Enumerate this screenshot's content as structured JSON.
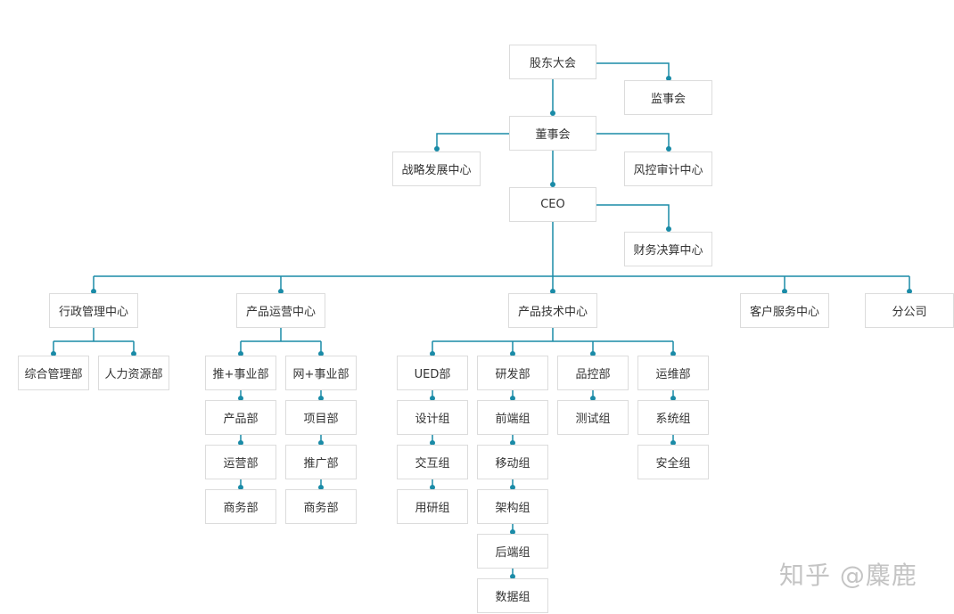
{
  "nodes": {
    "shareholders": "股东大会",
    "supervisors": "监事会",
    "board": "董事会",
    "strategy": "战略发展中心",
    "risk": "风控审计中心",
    "ceo": "CEO",
    "finance": "财务决算中心",
    "admin": "行政管理中心",
    "general_mgmt": "综合管理部",
    "hr": "人力资源部",
    "product_ops": "产品运营中心",
    "push_biz": "推+事业部",
    "product_dept": "产品部",
    "ops_dept": "运营部",
    "business_a": "商务部",
    "net_biz": "网+事业部",
    "project_dept": "项目部",
    "promo_dept": "推广部",
    "business_b": "商务部",
    "tech": "产品技术中心",
    "ued": "UED部",
    "design": "设计组",
    "interaction": "交互组",
    "user_research": "用研组",
    "rnd": "研发部",
    "frontend": "前端组",
    "mobile": "移动组",
    "architecture": "架构组",
    "backend": "后端组",
    "data": "数据组",
    "qc": "品控部",
    "testing": "测试组",
    "devops": "运维部",
    "system": "系统组",
    "security": "安全组",
    "customer_service": "客户服务中心",
    "branch": "分公司"
  },
  "watermark": "知乎 @麋鹿",
  "colors": {
    "line": "#1a8ba7",
    "border": "#dcdcdc",
    "text": "#333333"
  }
}
